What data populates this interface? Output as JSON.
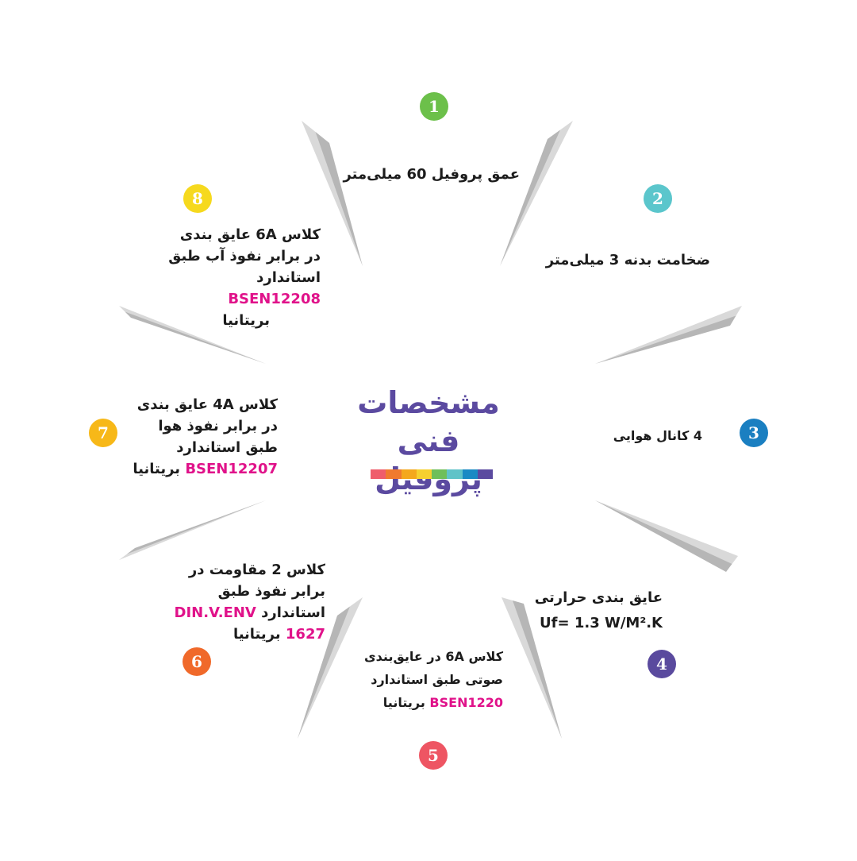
{
  "title": {
    "line1": "مشخصات فنی",
    "line2": "پروفیل"
  },
  "colorbar": [
    "#ef5d6b",
    "#f07a2f",
    "#f4a81d",
    "#f6d02f",
    "#6fbf5a",
    "#5fc3c8",
    "#1a8ac4",
    "#5b4aa0"
  ],
  "items": [
    {
      "number": "1",
      "color": "#6cc04a",
      "lines": [
        "عمق پروفیل 60 میلی‌متر"
      ]
    },
    {
      "number": "2",
      "color": "#5bc6cc",
      "lines": [
        "ضخامت بدنه 3 میلی‌متر"
      ]
    },
    {
      "number": "3",
      "color": "#1a7fc1",
      "lines": [
        "4 کانال هوایی"
      ]
    },
    {
      "number": "4",
      "color": "#5a4a9e",
      "lines": [
        "عایق بندی حرارتی",
        "Uf= 1.3 W/M².K"
      ]
    },
    {
      "number": "5",
      "color": "#ee5563",
      "lines": [
        "کلاس 6A در عایق‌بندی",
        "صوتی طبق استاندارد"
      ],
      "std": "BSEN1220",
      "last": " بریتانیا"
    },
    {
      "number": "6",
      "color": "#f0692a",
      "lines": [
        "کلاس 2 مقاومت در",
        "برابر نفوذ طبق",
        "استاندارد "
      ],
      "std": "DIN.V.ENV",
      "std2": "1627",
      "last": " بریتانیا"
    },
    {
      "number": "7",
      "color": "#f7b818",
      "lines": [
        "کلاس 4A عایق بندی",
        "در برابر نفوذ هوا",
        "طبق استاندارد"
      ],
      "std": "BSEN12207",
      "last": " بریتانیا"
    },
    {
      "number": "8",
      "color": "#f6d91e",
      "lines": [
        "کلاس 6A عایق بندی",
        "در برابر نفوذ آب طبق",
        "استاندارد "
      ],
      "std": "BSEN12208",
      "last": "بریتانیا"
    }
  ]
}
